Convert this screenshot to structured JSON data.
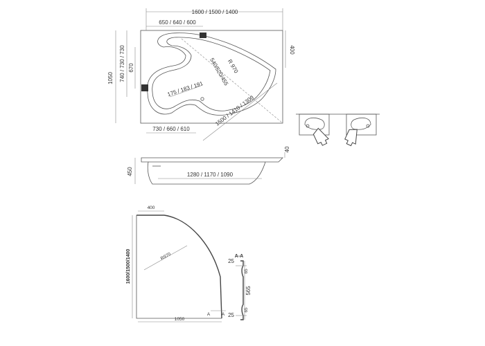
{
  "top_view": {
    "width_dims": "1600 / 1500 / 1400",
    "inner_top_dims": "650 / 640 / 600",
    "side_right_dim": "400",
    "height_total": "1050",
    "left_dims": "740 / 730 / 730",
    "inner_left_dim": "670",
    "radius_label": "R 970",
    "depth_dims": "540/520/455",
    "drain_offset": "175 / 183 / 191",
    "bottom_left_dims": "730 / 660 / 610",
    "diagonal_dims": "1500 / 1410 / 1300"
  },
  "side_view": {
    "rim_dim": "40",
    "height_dim": "450",
    "length_dims": "1280 / 1170 / 1090"
  },
  "panel_view": {
    "top_dim": "400",
    "radius_label": "R970",
    "height_dims": "1600/1500/1400",
    "width_dim": "1050",
    "section_mark_top": "A",
    "section_mark_bottom": "A"
  },
  "section_view": {
    "title": "A-A",
    "top_dim": "25",
    "upper_dim": "65",
    "middle_dim": "565",
    "lower_dim": "65",
    "bottom_dim": "25"
  },
  "orientation_icons": [
    {
      "name": "left-hand-version"
    },
    {
      "name": "right-hand-version"
    }
  ],
  "colors": {
    "line": "#555555",
    "dimension": "#888888",
    "text": "#333333"
  }
}
